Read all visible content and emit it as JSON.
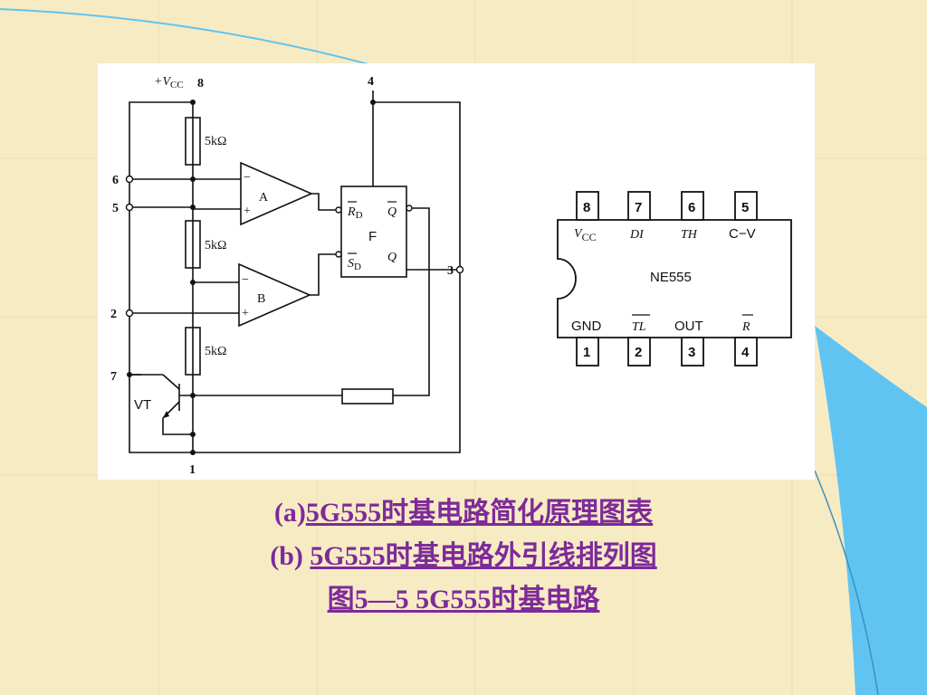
{
  "circuit": {
    "vcc_label": "+V",
    "vcc_sub": "CC",
    "pins": {
      "p8": "8",
      "p4": "4",
      "p6": "6",
      "p5": "5",
      "p2": "2",
      "p7": "7",
      "p3": "3",
      "p1": "1"
    },
    "resistor": "5kΩ",
    "comp_a": "A",
    "comp_b": "B",
    "minus": "−",
    "plus": "+",
    "ff_rd": "R",
    "ff_rd_sub": "D",
    "ff_sd": "S",
    "ff_sd_sub": "D",
    "ff_f": "F",
    "ff_qbar": "Q",
    "ff_q": "Q",
    "vt": "VT"
  },
  "chip": {
    "name": "NE555",
    "top_pins": [
      "8",
      "7",
      "6",
      "5"
    ],
    "bottom_pins": [
      "1",
      "2",
      "3",
      "4"
    ],
    "top_labels": {
      "vcc": "V",
      "vcc_sub": "CC",
      "di": "DI",
      "th": "TH",
      "cv": "C−V"
    },
    "bottom_labels": {
      "gnd": "GND",
      "tl": "TL",
      "out": "OUT",
      "r": "R"
    }
  },
  "caption": {
    "line1_prefix": "(a)",
    "line1_main": "5G555时基电路简化原理图表",
    "line2_prefix": "(b) ",
    "line2_main": "5G555时基电路外引线排列图",
    "line3": "图5—5  5G555时基电路"
  },
  "colors": {
    "background": "#f7ebc4",
    "caption": "#7d2a9a",
    "accent_blue": "#5fc4f2"
  }
}
